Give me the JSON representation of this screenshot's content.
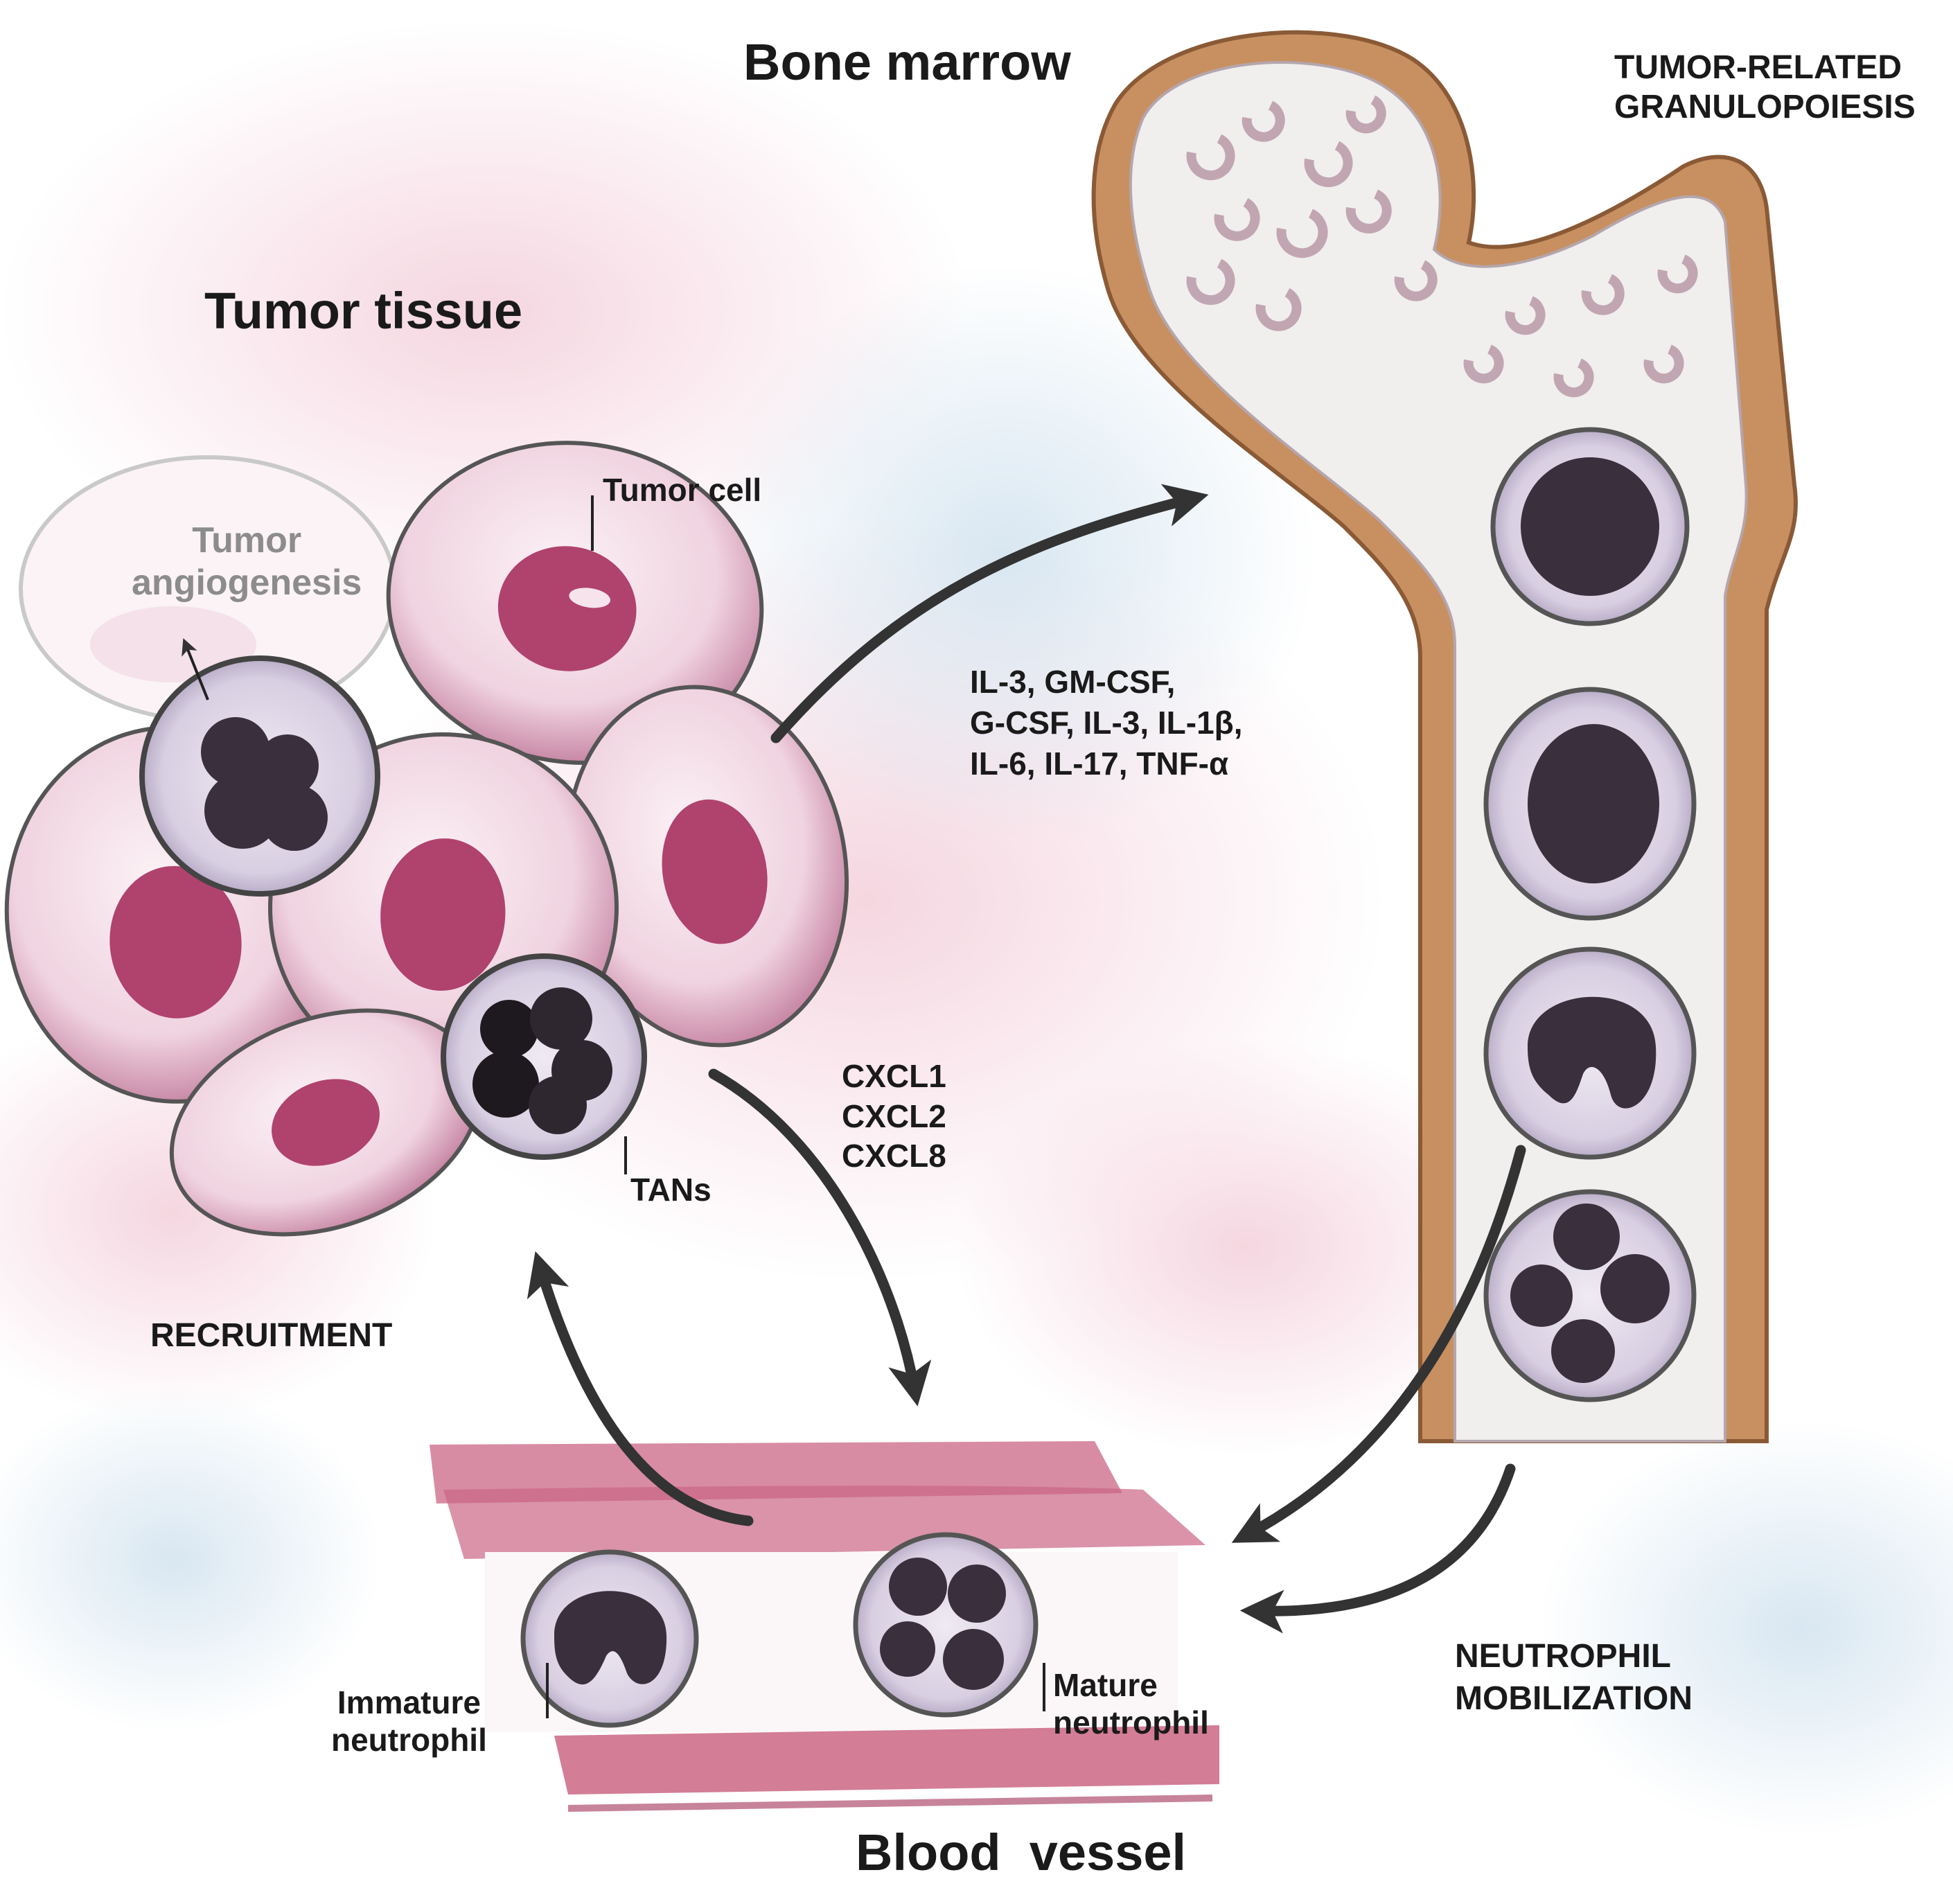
{
  "labels": {
    "bone_marrow": "Bone marrow",
    "tumor_related_granulopoiesis": [
      "TUMOR-RELATED",
      "GRANULOPOIESIS"
    ],
    "tumor_tissue": "Tumor tissue",
    "tumor_cell": "Tumor cell",
    "tumor_angiogenesis": [
      "Tumor",
      "angiogenesis"
    ],
    "tans": "TANs",
    "cytokines": [
      "IL-3, GM-CSF,",
      "G-CSF, IL-3, IL-1β,",
      "IL-6, IL-17, TNF-α"
    ],
    "chemokines": [
      "CXCL1",
      "CXCL2",
      "CXCL8"
    ],
    "recruitment": "RECRUITMENT",
    "neutrophil_mobilization": [
      "NEUTROPHIL",
      "MOBILIZATION"
    ],
    "immature_neutrophil": [
      "Immature",
      "neutrophil"
    ],
    "mature_neutrophil": [
      "Mature",
      "neutrophil"
    ],
    "blood_vessel": "Blood  vessel"
  },
  "colors": {
    "tumor_cell_fill": "#f3dbe6",
    "tumor_cell_shadow": "#c88aa8",
    "tumor_nucleus": "#b0426e",
    "neutrophil_cytoplasm": "#d9d0e2",
    "neutrophil_nucleus": "#3a2f3d",
    "bone_cortex": "#c89060",
    "bone_marrow_fill": "#f1eeee",
    "vessel_wall": "#c05a78",
    "arrow": "#333333"
  }
}
